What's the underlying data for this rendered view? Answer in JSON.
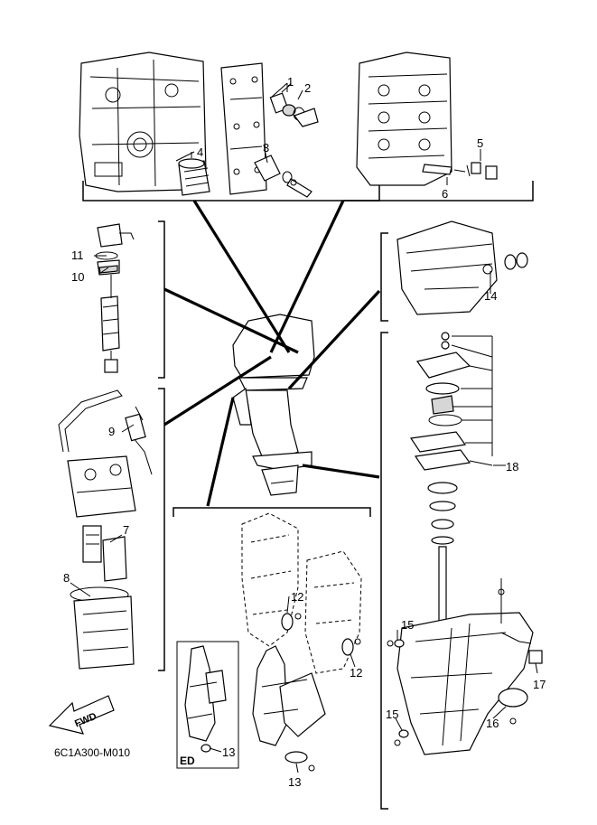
{
  "callouts": {
    "c1": "1",
    "c2": "2",
    "c3": "3",
    "c4": "4",
    "c5": "5",
    "c6": "6",
    "c7": "7",
    "c8": "8",
    "c9": "9",
    "c10": "10",
    "c11": "11",
    "c12a": "12",
    "c12b": "12",
    "c13a": "13",
    "c13b": "13",
    "c14": "14",
    "c15a": "15",
    "c15b": "15",
    "c16": "16",
    "c17": "17",
    "c18": "18"
  },
  "fwd_label": "FWD",
  "ed_label": "ED",
  "figure_code": "6C1A300-M010"
}
